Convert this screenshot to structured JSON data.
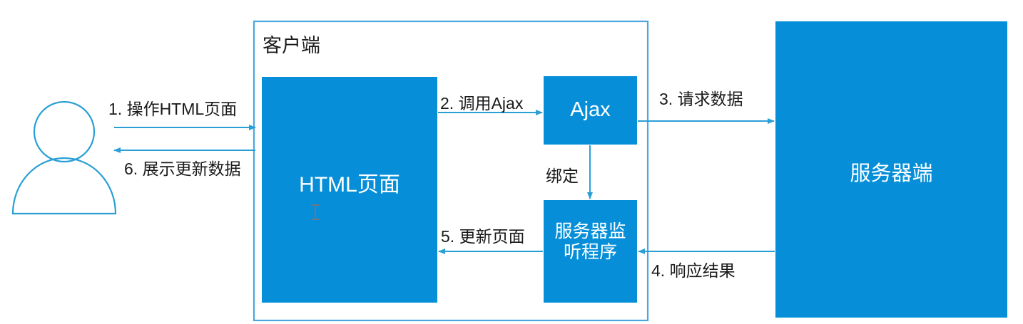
{
  "diagram": {
    "title_client": "客户端",
    "colors": {
      "fill_blue": "#068fd8",
      "stroke_blue": "#2a9fd6",
      "frame_blue": "#4aa8de",
      "text_dark": "#1a1a1a",
      "text_light": "#ffffff",
      "background": "#ffffff"
    },
    "actors": {
      "user_icon": "user-person-icon"
    },
    "nodes": [
      {
        "id": "html_page",
        "label": "HTML页面"
      },
      {
        "id": "ajax",
        "label": "Ajax"
      },
      {
        "id": "server_listener",
        "label": "服务器监\n听程序"
      },
      {
        "id": "server_side",
        "label": "服务器端"
      }
    ],
    "edges": [
      {
        "id": "step1",
        "label": "1. 操作HTML页面",
        "from": "user",
        "to": "html_page",
        "direction": "right"
      },
      {
        "id": "step6",
        "label": "6. 展示更新数据",
        "from": "html_page",
        "to": "user",
        "direction": "left"
      },
      {
        "id": "step2",
        "label": "2. 调用Ajax",
        "from": "html_page",
        "to": "ajax",
        "direction": "right"
      },
      {
        "id": "step3",
        "label": "3. 请求数据",
        "from": "ajax",
        "to": "server_side",
        "direction": "right"
      },
      {
        "id": "bind",
        "label": "绑定",
        "from": "ajax",
        "to": "server_listener",
        "direction": "down"
      },
      {
        "id": "step5",
        "label": "5. 更新页面",
        "from": "server_listener",
        "to": "html_page",
        "direction": "left"
      },
      {
        "id": "step4",
        "label": "4. 响应结果",
        "from": "server_side",
        "to": "server_listener",
        "direction": "left"
      }
    ]
  }
}
